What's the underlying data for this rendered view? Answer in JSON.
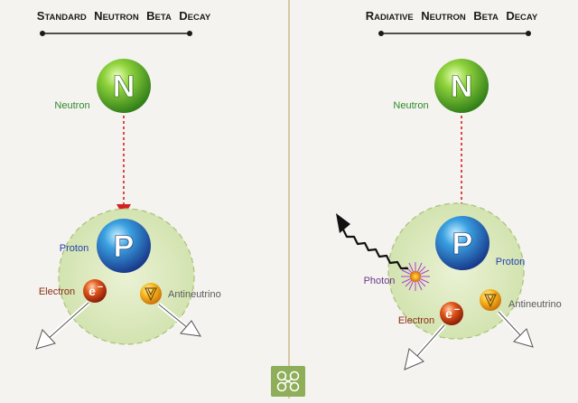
{
  "panels": [
    {
      "title": [
        "Standard",
        "Neutron",
        "Beta",
        "Decay"
      ],
      "neutron": {
        "letter": "N",
        "label": "Neutron"
      },
      "proton": {
        "letter": "P",
        "label": "Proton"
      },
      "electron": {
        "letter": "e",
        "charge": "−",
        "label": "Electron"
      },
      "antineutrino": {
        "label": "Antineutrino"
      }
    },
    {
      "title": [
        "Radiative",
        "Neutron",
        "Beta",
        "Decay"
      ],
      "neutron": {
        "letter": "N",
        "label": "Neutron"
      },
      "proton": {
        "letter": "P",
        "label": "Proton"
      },
      "electron": {
        "letter": "e",
        "charge": "−",
        "label": "Electron"
      },
      "antineutrino": {
        "label": "Antineutrino"
      },
      "photon": {
        "label": "Photon"
      }
    }
  ],
  "colors": {
    "background": "#f4f3ef",
    "divider": "#d7c9a6",
    "neutron": "#4aa32c",
    "neutron_label": "#2e8a2a",
    "proton": "#1f5fb8",
    "proton_label": "#2440b0",
    "electron": "#c23a12",
    "electron_label": "#8a2c14",
    "antineutrino": "#f2a51c",
    "antineutrino_label": "#5a5a5a",
    "photon": "#b040d0",
    "photon_label": "#6a3a8a",
    "nucleus_cloud": "#d8e6b8",
    "decay_arrow": "#d42020",
    "logo": "#8fae5a"
  }
}
